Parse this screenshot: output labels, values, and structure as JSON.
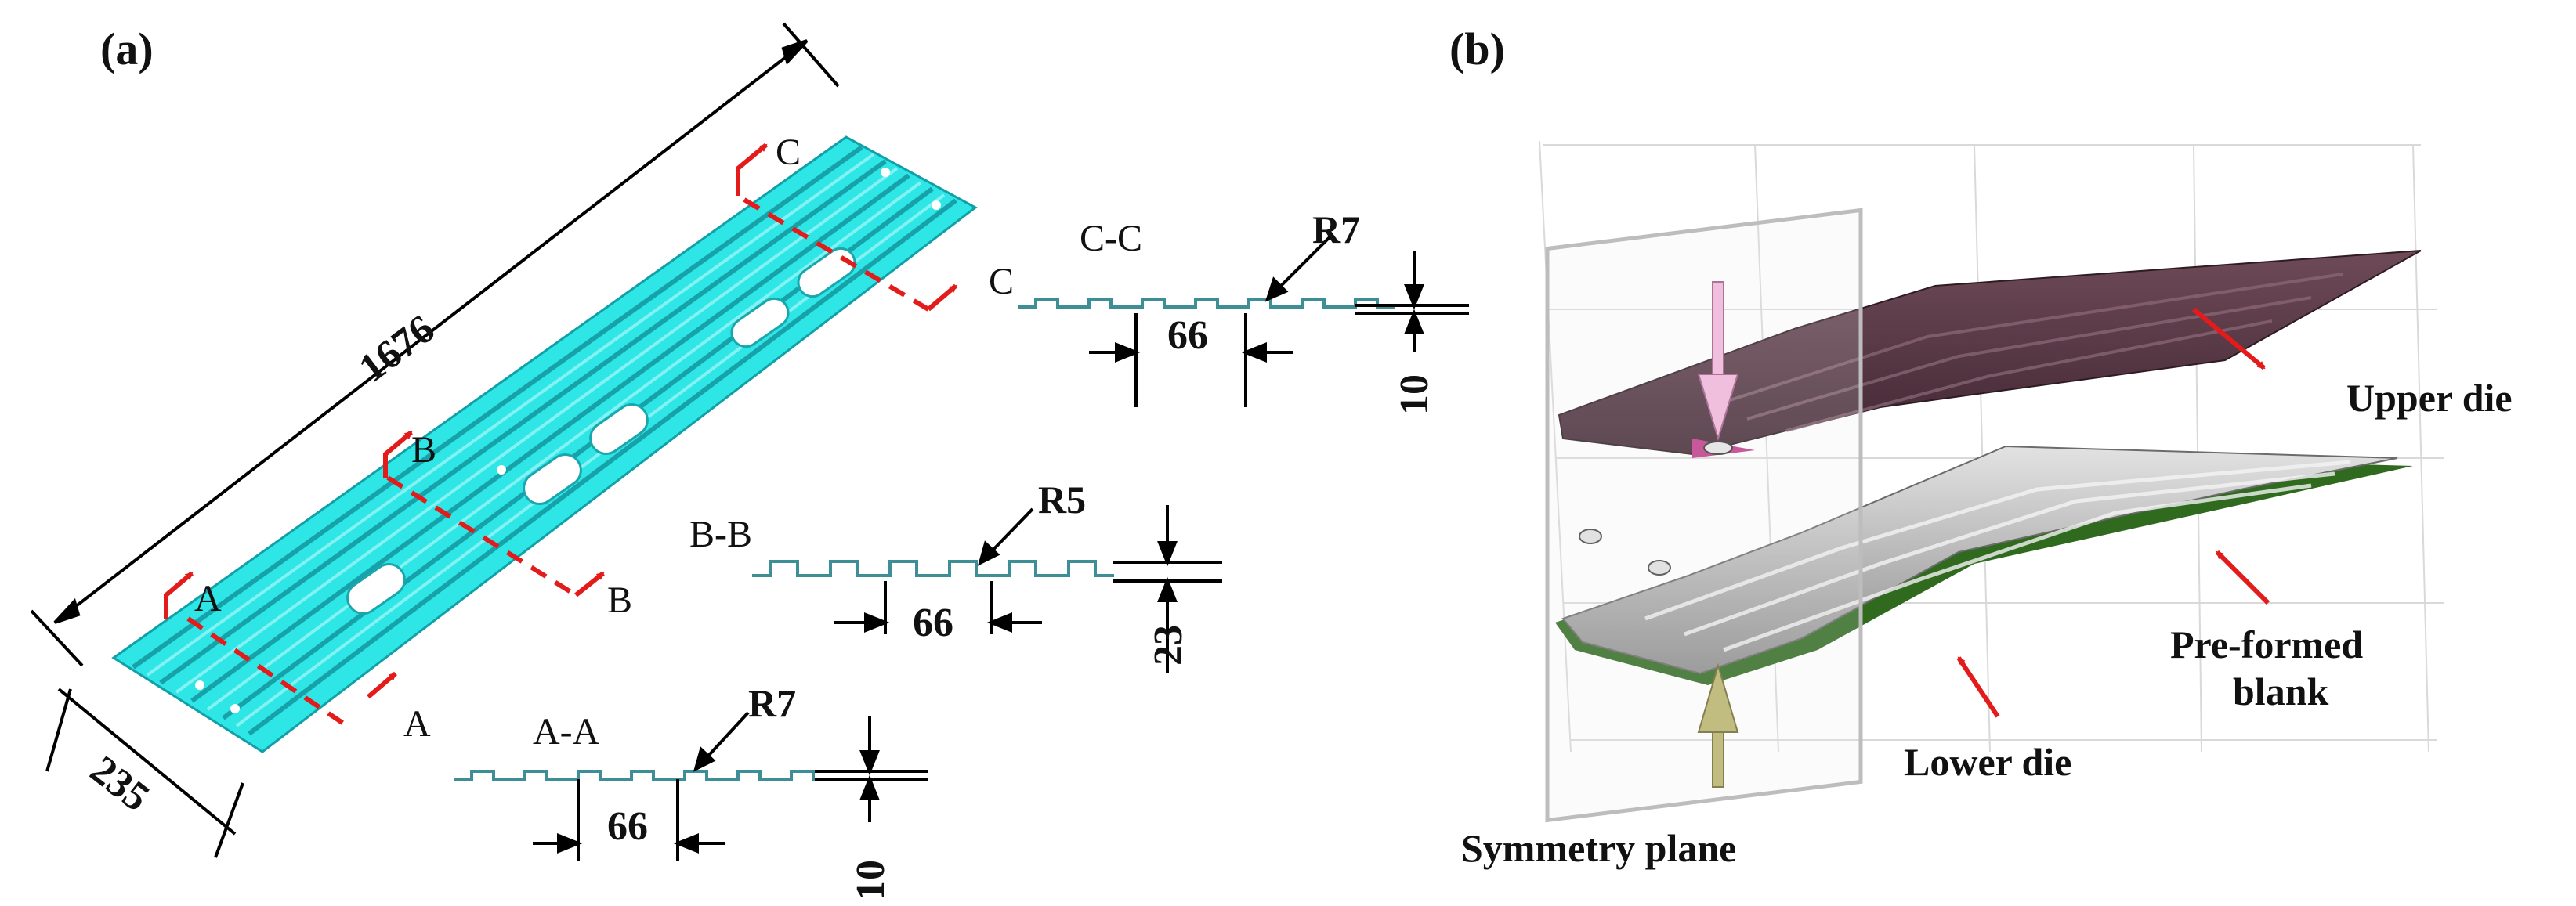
{
  "panels": {
    "a": "(a)",
    "b": "(b)"
  },
  "part_dimensions": {
    "length": "1676",
    "width": "235"
  },
  "section_markers": [
    "A",
    "B",
    "C"
  ],
  "sections": [
    {
      "id": "c-c",
      "title": "C-C",
      "radius": "R7",
      "pitch": "66",
      "height": "10"
    },
    {
      "id": "b-b",
      "title": "B-B",
      "radius": "R5",
      "pitch": "66",
      "height": "23"
    },
    {
      "id": "a-a",
      "title": "A-A",
      "radius": "R7",
      "pitch": "66",
      "height": "10"
    }
  ],
  "panel_b_labels": {
    "upper_die": "Upper die",
    "preformed_blank_line1": "Pre-formed",
    "preformed_blank_line2": "blank",
    "lower_die": "Lower die",
    "symmetry_plane": "Symmetry plane"
  },
  "colors": {
    "part": "#2ee6e6",
    "part_dark": "#14a9b0",
    "arrow_red": "#e31b1b",
    "profile": "#3d8f95",
    "upper_die": "#5a3845",
    "lower_die": "#b8b8b8",
    "blank": "#2f6a1f",
    "punch_upper": "#f2b6dc",
    "punch_lower": "#b9b36a"
  }
}
